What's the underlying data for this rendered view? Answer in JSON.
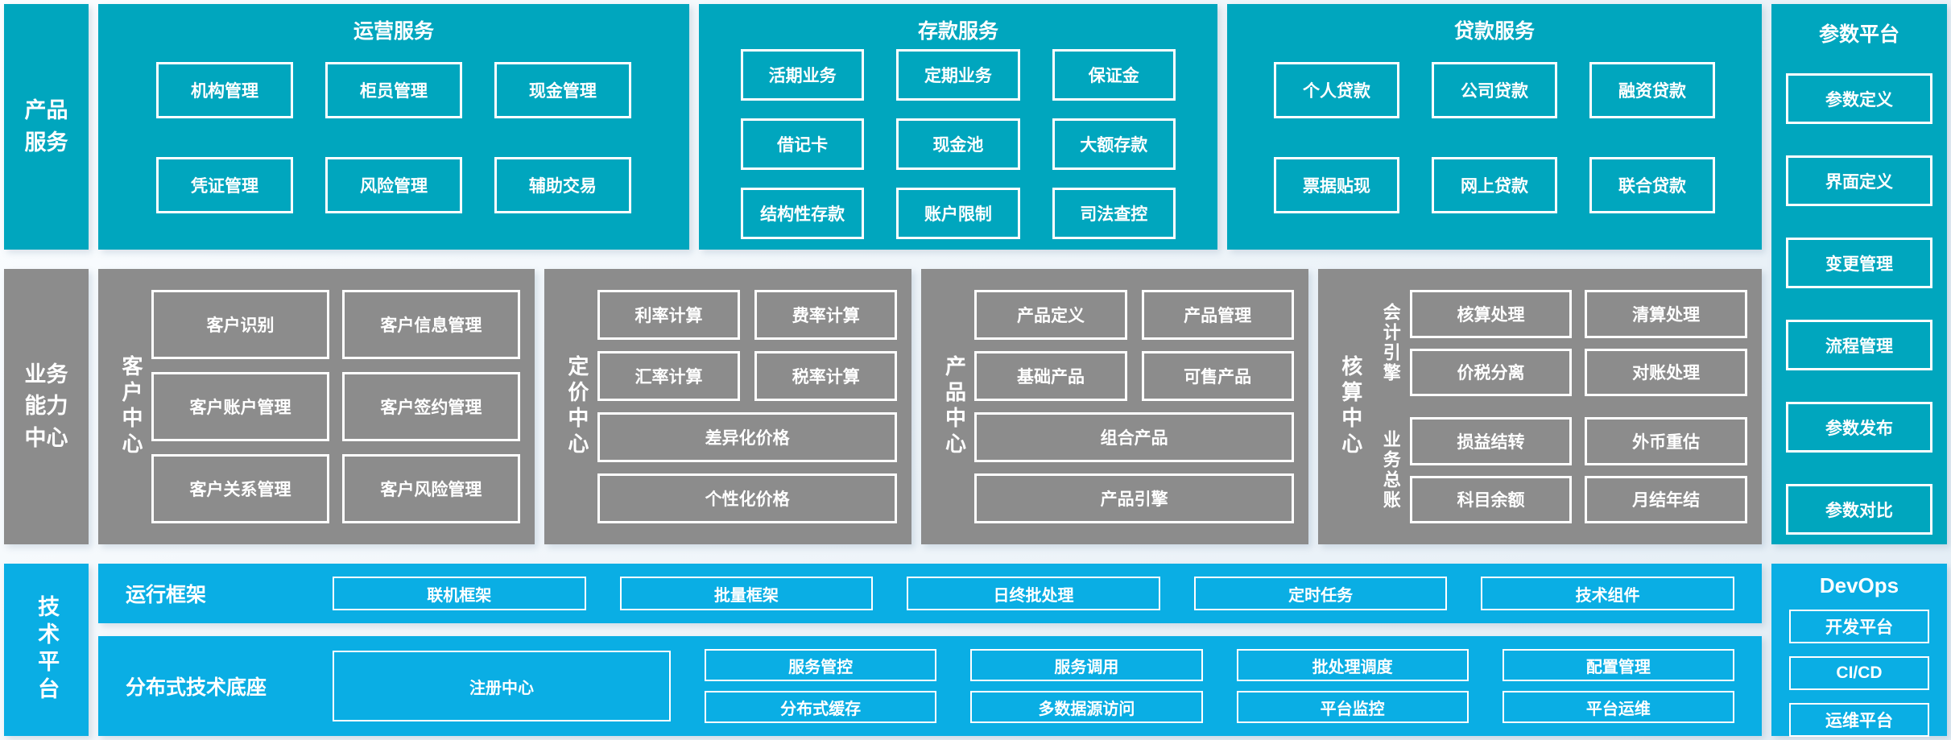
{
  "palette": {
    "teal": "#00A6BE",
    "blue": "#0AAEE4",
    "gray": "#8C8C8C",
    "box_border": "#FFFFFF",
    "background": "#EEF4F9"
  },
  "rails": {
    "product_services": "产品\n服务",
    "business_capability": "业务\n能力\n中心",
    "tech_platform": "技术平台"
  },
  "ops": {
    "title": "运营服务",
    "items": [
      "机构管理",
      "柜员管理",
      "现金管理",
      "凭证管理",
      "风险管理",
      "辅助交易"
    ]
  },
  "deposit": {
    "title": "存款服务",
    "items": [
      "活期业务",
      "定期业务",
      "保证金",
      "借记卡",
      "现金池",
      "大额存款",
      "结构性存款",
      "账户限制",
      "司法查控"
    ]
  },
  "loan": {
    "title": "贷款服务",
    "items": [
      "个人贷款",
      "公司贷款",
      "融资贷款",
      "票据贴现",
      "网上贷款",
      "联合贷款"
    ]
  },
  "param": {
    "title": "参数平台",
    "items": [
      "参数定义",
      "界面定义",
      "变更管理",
      "流程管理",
      "参数发布",
      "参数对比"
    ]
  },
  "customer": {
    "label": "客户中心",
    "items": [
      "客户识别",
      "客户信息管理",
      "客户账户管理",
      "客户签约管理",
      "客户关系管理",
      "客户风险管理"
    ]
  },
  "pricing": {
    "label": "定价中心",
    "items": [
      "利率计算",
      "费率计算",
      "汇率计算",
      "税率计算"
    ],
    "wide": [
      "差异化价格",
      "个性化价格"
    ]
  },
  "product": {
    "label": "产品中心",
    "items": [
      "产品定义",
      "产品管理",
      "基础产品",
      "可售产品"
    ],
    "wide": [
      "组合产品",
      "产品引擎"
    ]
  },
  "accounting": {
    "label": "核算中心",
    "groups": [
      {
        "label": "会计引擎",
        "items": [
          "核算处理",
          "清算处理",
          "价税分离",
          "对账处理"
        ]
      },
      {
        "label": "业务总账",
        "items": [
          "损益结转",
          "外币重估",
          "科目余额",
          "月结年结"
        ]
      }
    ]
  },
  "runtime": {
    "label": "运行框架",
    "items": [
      "联机框架",
      "批量框架",
      "日终批处理",
      "定时任务",
      "技术组件"
    ]
  },
  "distributed": {
    "label": "分布式技术底座",
    "registry": "注册中心",
    "rows": [
      [
        "服务管控",
        "服务调用",
        "批处理调度",
        "配置管理"
      ],
      [
        "分布式缓存",
        "多数据源访问",
        "平台监控",
        "平台运维"
      ]
    ]
  },
  "devops": {
    "title": "DevOps",
    "items": [
      "开发平台",
      "CI/CD",
      "运维平台"
    ]
  }
}
